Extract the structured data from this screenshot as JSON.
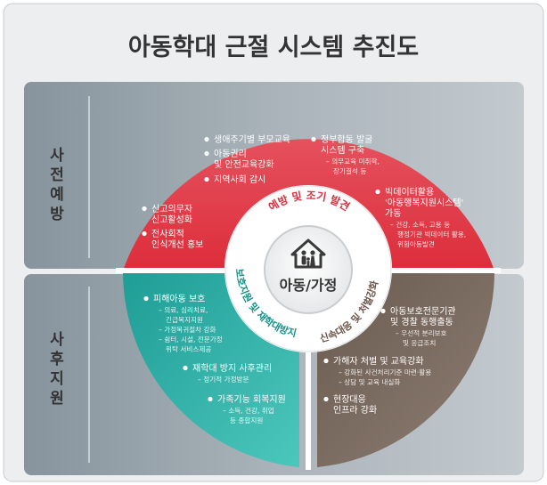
{
  "title": "아동학대 근절 시스템 추진도",
  "row_labels": {
    "prevention": "사전예방",
    "aftercare": "사후지원"
  },
  "center": {
    "label": "아동/가정",
    "icon": "family-house-icon"
  },
  "ring_labels": {
    "top": "예방 및 조기 발견",
    "left": "보호지원 및 재학대방지",
    "right": "신속대응 및 처벌강화"
  },
  "colors": {
    "red": "#e2404e",
    "teal": "#25aea4",
    "brown": "#716257",
    "band": "#9aa6ae",
    "frame": "#eceef0"
  },
  "sections": {
    "top": {
      "items": [
        {
          "main": [
            "생애주기별 부모교육"
          ],
          "sub": []
        },
        {
          "main": [
            "아동권리",
            "및 안전교육강화"
          ],
          "sub": []
        },
        {
          "main": [
            "지역사회 감시"
          ],
          "sub": []
        },
        {
          "main": [
            "정부합동 발굴",
            "시스템 구축"
          ],
          "sub": [
            "– 의무교육 미취학,",
            "장기결석 등"
          ]
        },
        {
          "main": [
            "신고의무자",
            "신고활성화"
          ],
          "sub": []
        },
        {
          "main": [
            "전사회적",
            "인식개선 홍보"
          ],
          "sub": []
        },
        {
          "main": [
            "빅데이터활용",
            "'아동행복지원시스템'",
            "가동"
          ],
          "sub": [
            "– 건강, 소득, 고용 등",
            "행정기관 빅데이터 활용,",
            "위험아동발견"
          ]
        }
      ]
    },
    "left": {
      "items": [
        {
          "main": [
            "피해아동 보호"
          ],
          "sub": [
            "– 의료, 심리치료,",
            "긴급복지지원",
            "– 가정복귀절차 강화",
            "– 쉼터, 시설, 전문가정",
            "위탁 서비스제공"
          ]
        },
        {
          "main": [
            "재학대 방지 사후관리"
          ],
          "sub": [
            "– 정기적 가정방문"
          ]
        },
        {
          "main": [
            "가족기능 회복지원"
          ],
          "sub": [
            "– 소득, 건강, 취업",
            "등 종합지원"
          ]
        }
      ]
    },
    "right": {
      "items": [
        {
          "main": [
            "아동보호전문기관",
            "및 경찰  동행출동"
          ],
          "sub": [
            "– 우선적 분리보호",
            "및 응급조치"
          ]
        },
        {
          "main": [
            "가해자 처벌 및 교육강화"
          ],
          "sub": [
            "– 강화된 사건처리기준 마련·활용",
            "– 상담 및 교육 내실화"
          ]
        },
        {
          "main": [
            "현장대응",
            "인프라 강화"
          ],
          "sub": []
        }
      ]
    }
  }
}
